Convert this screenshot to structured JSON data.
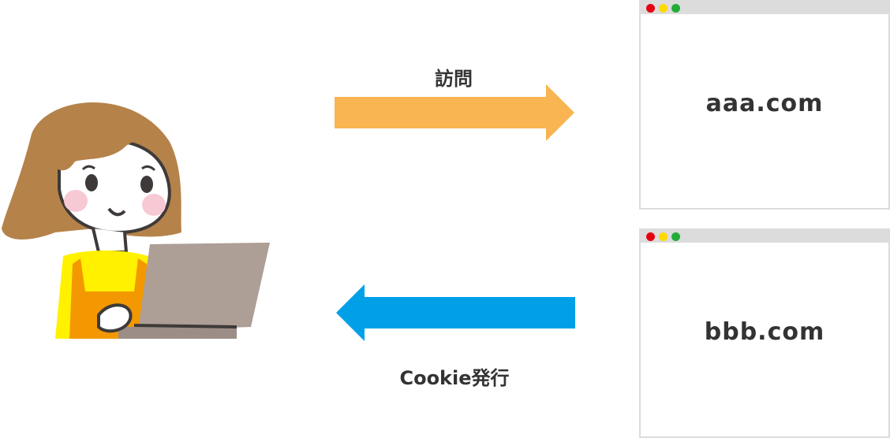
{
  "arrows": {
    "visit": {
      "label": "訪問",
      "color": "#f8b551"
    },
    "cookie": {
      "label": "Cookie発行",
      "color": "#00a0e9"
    }
  },
  "browsers": [
    {
      "domain": "aaa.com"
    },
    {
      "domain": "bbb.com"
    }
  ],
  "colors": {
    "window_chrome": "#dcdcdc",
    "dot_red": "#e60012",
    "dot_yellow": "#ffd900",
    "dot_green": "#22ac38",
    "hair": "#b5824a",
    "laptop": "#ad9e96",
    "apron": "#f39800",
    "shirt": "#fff100"
  },
  "icons": {
    "person": "woman-with-laptop-illustration",
    "visit_arrow": "arrow-right-icon",
    "cookie_arrow": "arrow-left-icon"
  }
}
